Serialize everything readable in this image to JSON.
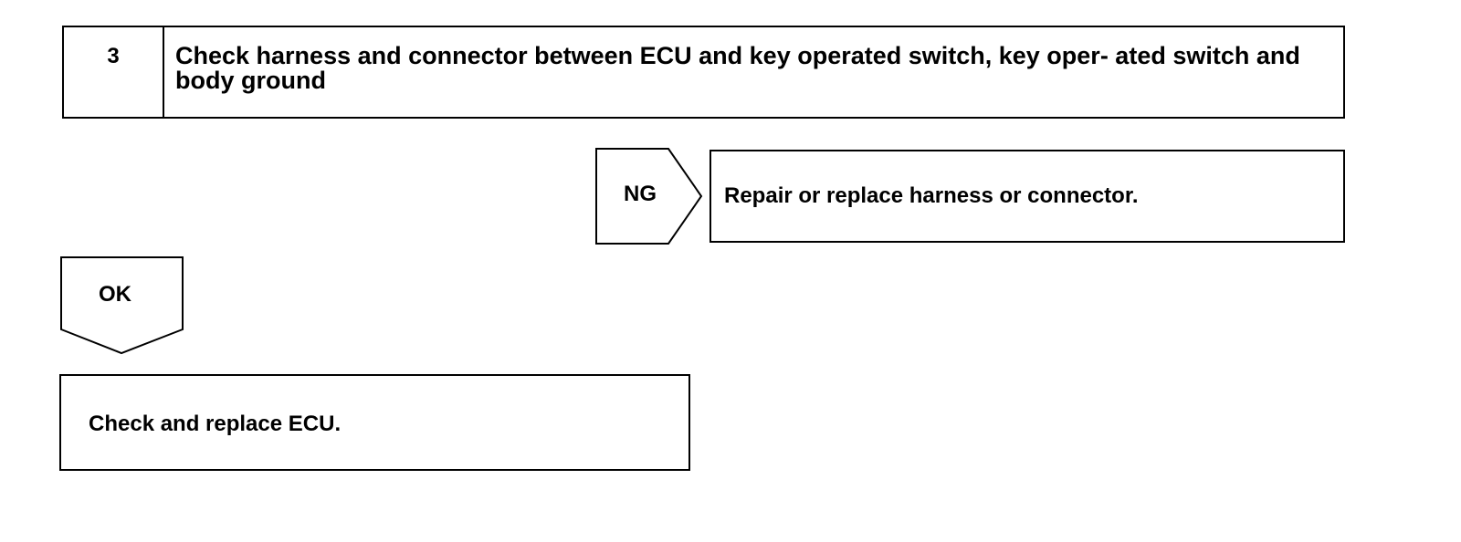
{
  "step": {
    "number": "3",
    "title": "Check harness and connector between ECU and key operated switch, key oper- ated switch and body ground"
  },
  "ng_branch": {
    "label": "NG",
    "result": "Repair or replace harness or connector."
  },
  "ok_branch": {
    "label": "OK",
    "result": "Check and replace ECU."
  }
}
